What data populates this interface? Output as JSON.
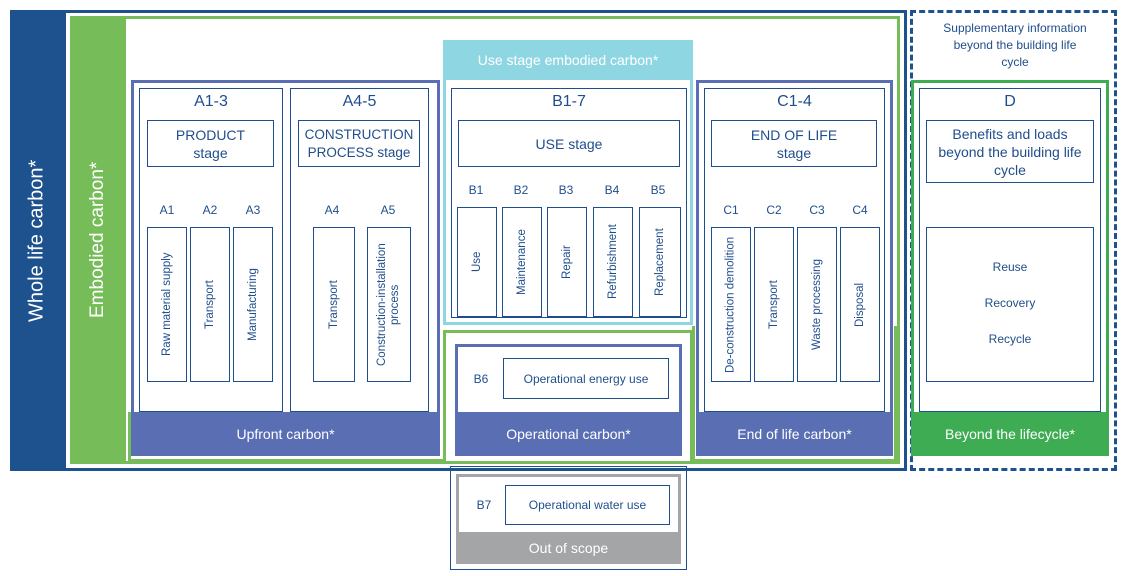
{
  "colors": {
    "whole_life_blue": "#1d528e",
    "embodied_green": "#76bd5a",
    "indigo": "#5a6eb4",
    "light_blue": "#8fd6e3",
    "beyond_green": "#3eac52",
    "grey": "#a4a5a7",
    "text_blue": "#1f4e8c"
  },
  "labels": {
    "whole_life": "Whole life carbon*",
    "embodied": "Embodied carbon*",
    "use_stage_embodied": "Use stage embodied carbon*",
    "supplementary": "Supplementary information beyond the building life cycle",
    "upfront": "Upfront carbon*",
    "operational": "Operational carbon*",
    "end_of_life_carbon": "End of life carbon*",
    "beyond_lifecycle": "Beyond the lifecycle*",
    "out_of_scope": "Out of scope"
  },
  "stages": {
    "a13": {
      "code": "A1-3",
      "title": "PRODUCT stage",
      "modules": [
        {
          "code": "A1",
          "label": "Raw material supply"
        },
        {
          "code": "A2",
          "label": "Transport"
        },
        {
          "code": "A3",
          "label": "Manufacturing"
        }
      ]
    },
    "a45": {
      "code": "A4-5",
      "title": "CONSTRUCTION PROCESS stage",
      "modules": [
        {
          "code": "A4",
          "label": "Transport"
        },
        {
          "code": "A5",
          "label": "Construction-installation process"
        }
      ]
    },
    "b17": {
      "code": "B1-7",
      "title": "USE stage",
      "modules": [
        {
          "code": "B1",
          "label": "Use"
        },
        {
          "code": "B2",
          "label": "Maintenance"
        },
        {
          "code": "B3",
          "label": "Repair"
        },
        {
          "code": "B4",
          "label": "Refurbishment"
        },
        {
          "code": "B5",
          "label": "Replacement"
        }
      ]
    },
    "c14": {
      "code": "C1-4",
      "title": "END OF LIFE stage",
      "modules": [
        {
          "code": "C1",
          "label": "De-construction demolition"
        },
        {
          "code": "C2",
          "label": "Transport"
        },
        {
          "code": "C3",
          "label": "Waste processing"
        },
        {
          "code": "C4",
          "label": "Disposal"
        }
      ]
    },
    "d": {
      "code": "D",
      "title": "Benefits and loads beyond the building life cycle",
      "items": [
        "Reuse",
        "Recovery",
        "Recycle"
      ]
    }
  },
  "operational": {
    "b6": {
      "code": "B6",
      "label": "Operational energy use"
    },
    "b7": {
      "code": "B7",
      "label": "Operational water use"
    }
  }
}
